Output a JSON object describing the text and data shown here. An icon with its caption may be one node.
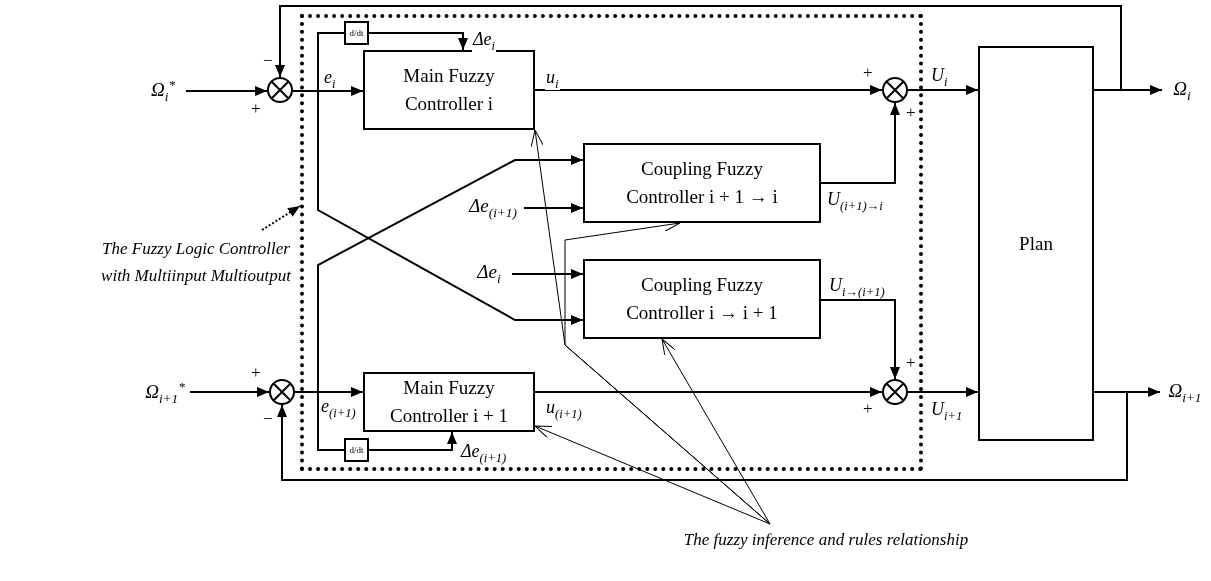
{
  "diagram": {
    "nodes": [
      {
        "text": [
          "Ω$_{i}$$^{*}$"
        ]
      },
      {
        "text": [],
        "shape": "circle"
      },
      {
        "text": [],
        "shape": "box"
      },
      {
        "text": [
          "d/dt"
        ],
        "in": 2
      },
      {
        "text": [
          "Main Fuzzy Controller i"
        ],
        "in": 2
      },
      {
        "text": [
          "Δe$_{(i+1)}$"
        ],
        "in": 2
      },
      {
        "text": [
          "Coupling Fuzzy Controller i + 1 → i"
        ],
        "in": 2
      },
      {
        "text": [
          "Δe$_{i}$"
        ],
        "in": 2
      },
      {
        "text": [
          "Coupling Fuzzy Controller i → i + 1"
        ],
        "in": 2
      },
      {
        "text": [
          "Main Fuzzy Controller i + 1"
        ],
        "in": 2
      },
      {
        "text": [
          "d/dt"
        ],
        "in": 2
      },
      {
        "text": [],
        "shape": "circle",
        "in": 2
      },
      {
        "text": [],
        "shape": "circle",
        "in": 2
      },
      {
        "text": [
          "Plan"
        ]
      },
      {
        "text": [
          "Ω$_{i}$"
        ]
      },
      {
        "text": [
          "Ω$_{i+1}$"
        ]
      },
      {
        "text": [
          "Ω$_{i+1}$$^{*}$"
        ]
      },
      {
        "text": [],
        "shape": "circle"
      },
      {
        "text": [
          "The Fuzzy Logic Controller with Multiinput Multioutput"
        ]
      },
      {
        "text": [
          "The fuzzy inference and rules relationship"
        ]
      }
    ],
    "edges": [
      {
        "from": 0,
        "to": 1,
        "arrow": "to"
      },
      {
        "from": 1,
        "to": 4,
        "label": "e$_{i}$",
        "arrow": "to"
      },
      {
        "from": 1,
        "to": 3,
        "arrow": "none"
      },
      {
        "from": 1,
        "to": 8,
        "arrow": "to"
      },
      {
        "from": 3,
        "to": 4,
        "label": "Δe$_{i}$",
        "arrow": "to"
      },
      {
        "from": 4,
        "to": 11,
        "label": "u$_{i}$",
        "arrow": "to"
      },
      {
        "from": 5,
        "to": 6,
        "arrow": "to"
      },
      {
        "from": 6,
        "to": 11,
        "label": "U$_{(i+1)→i}$",
        "arrow": "to"
      },
      {
        "from": 7,
        "to": 8,
        "arrow": "to"
      },
      {
        "from": 8,
        "to": 12,
        "label": "U$_{i→(i+1)}$",
        "arrow": "to"
      },
      {
        "from": 16,
        "to": 17,
        "arrow": "to"
      },
      {
        "from": 17,
        "to": 9,
        "label": "e$_{(i+1)}$",
        "arrow": "to"
      },
      {
        "from": 17,
        "to": 10,
        "arrow": "none"
      },
      {
        "from": 17,
        "to": 6,
        "arrow": "to"
      },
      {
        "from": 10,
        "to": 9,
        "label": "Δe$_{(i+1)}$",
        "arrow": "to"
      },
      {
        "from": 9,
        "to": 12,
        "label": "u$_{(i+1)}$",
        "arrow": "to"
      },
      {
        "from": 11,
        "to": 13,
        "label": "U$_{i}$",
        "arrow": "to"
      },
      {
        "from": 12,
        "to": 13,
        "label": "U$_{i+1}$",
        "arrow": "to"
      },
      {
        "from": 13,
        "to": 17,
        "arrow": "to"
      },
      {
        "from": 13,
        "to": 1,
        "arrow": "to"
      },
      {
        "from": 13,
        "to": 14,
        "arrow": "to"
      },
      {
        "from": 13,
        "to": 15,
        "arrow": "to"
      },
      {
        "from": 18,
        "to": 2,
        "arrow": "to",
        "style": "dashed"
      },
      {
        "from": 19,
        "to": 4,
        "arrow": "to"
      },
      {
        "from": 19,
        "to": 6,
        "arrow": "to"
      },
      {
        "from": 19,
        "to": 8,
        "arrow": "to"
      },
      {
        "from": 19,
        "to": 9,
        "arrow": "to"
      }
    ],
    "labels": [
      "−",
      "+",
      "+",
      "+",
      "+",
      "+",
      "−",
      "+"
    ]
  }
}
